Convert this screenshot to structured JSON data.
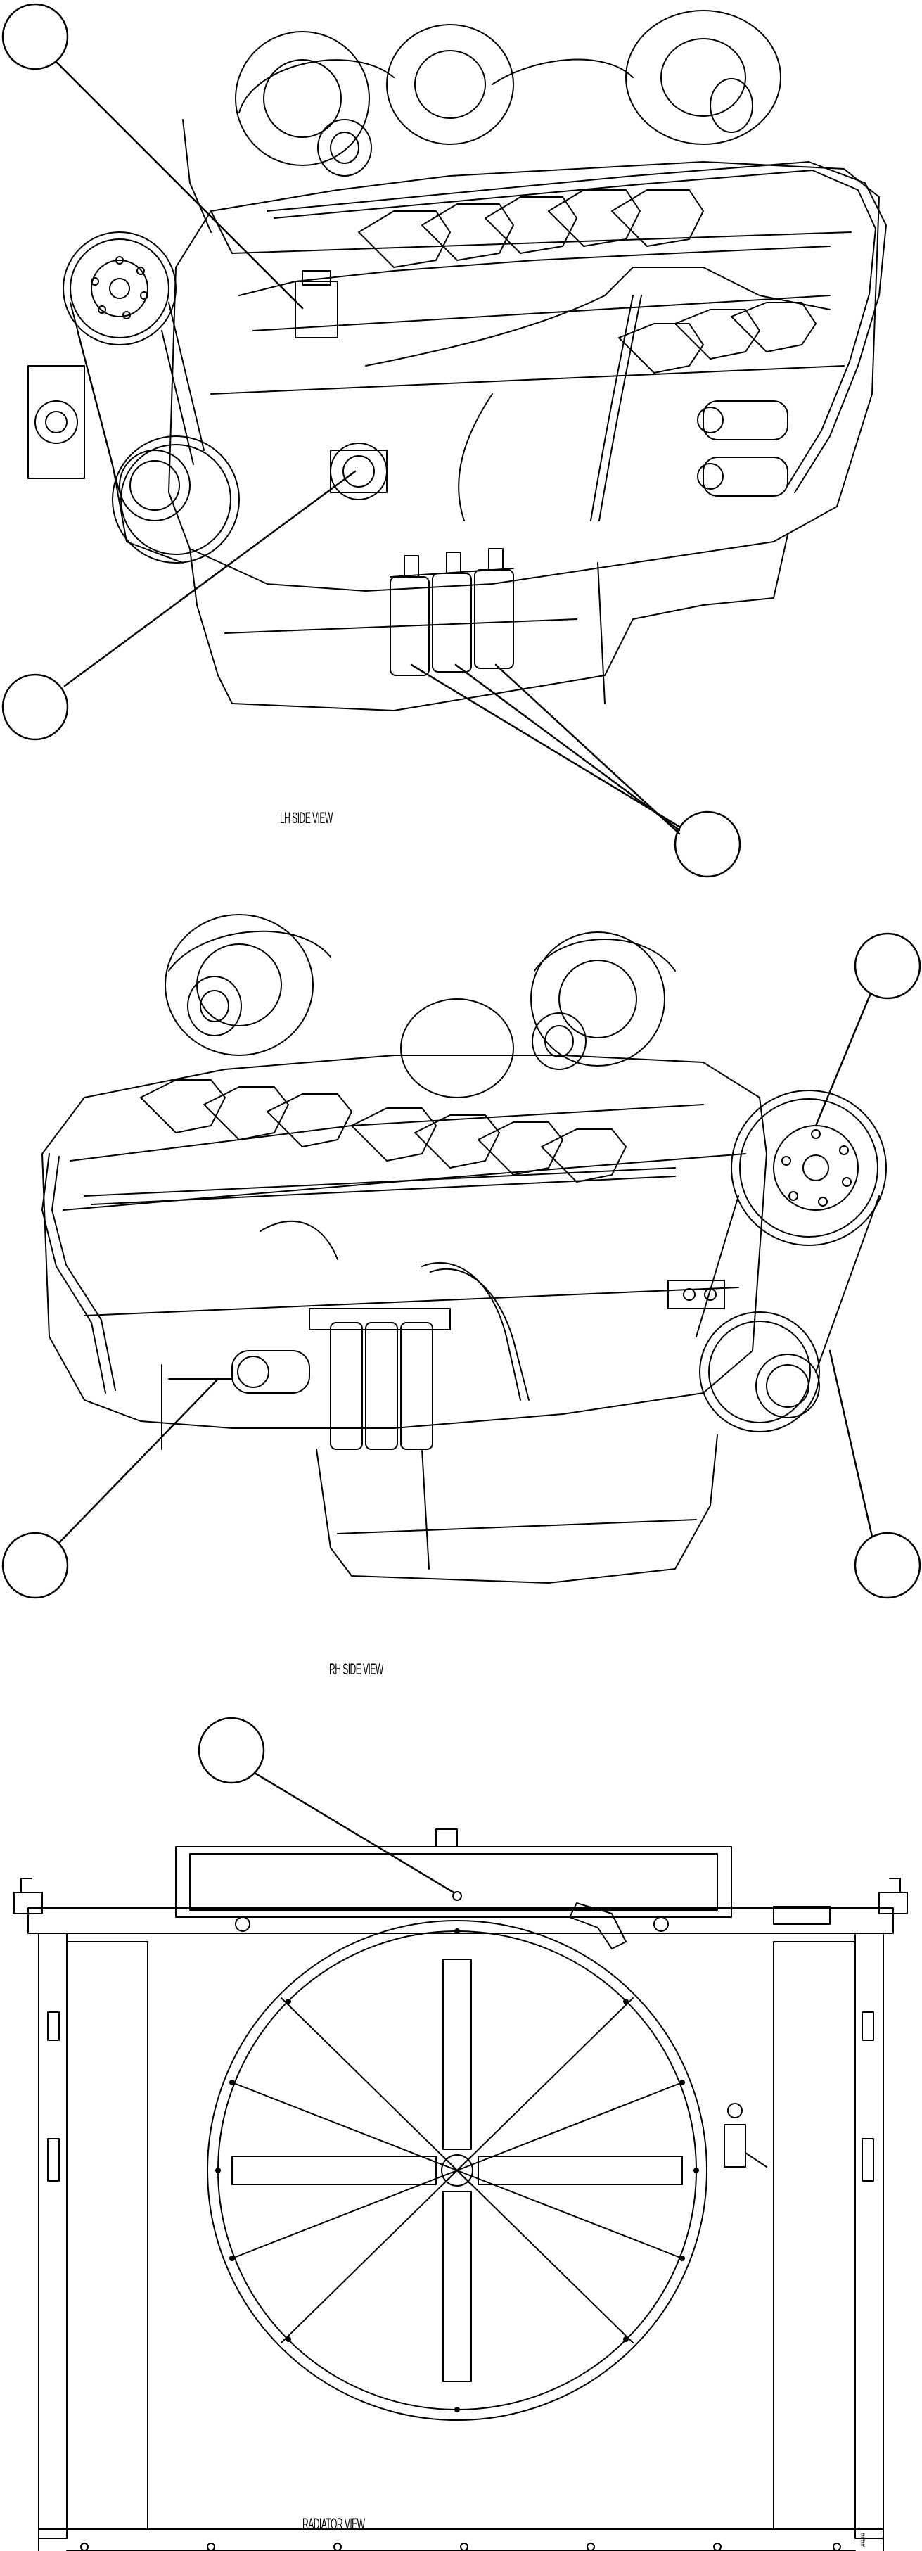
{
  "views": {
    "lh_side": {
      "label": "LH SIDE VIEW"
    },
    "rh_side": {
      "label": "RH SIDE VIEW"
    },
    "radiator": {
      "label": "RADIATOR VIEW"
    }
  },
  "corner_code": "####",
  "callouts": [
    {
      "id": "lh-top",
      "label": ""
    },
    {
      "id": "lh-left",
      "label": ""
    },
    {
      "id": "lh-filters",
      "label": ""
    },
    {
      "id": "rh-top-right",
      "label": ""
    },
    {
      "id": "rh-left",
      "label": ""
    },
    {
      "id": "rh-bottom-right",
      "label": ""
    },
    {
      "id": "radiator-top",
      "label": ""
    }
  ]
}
